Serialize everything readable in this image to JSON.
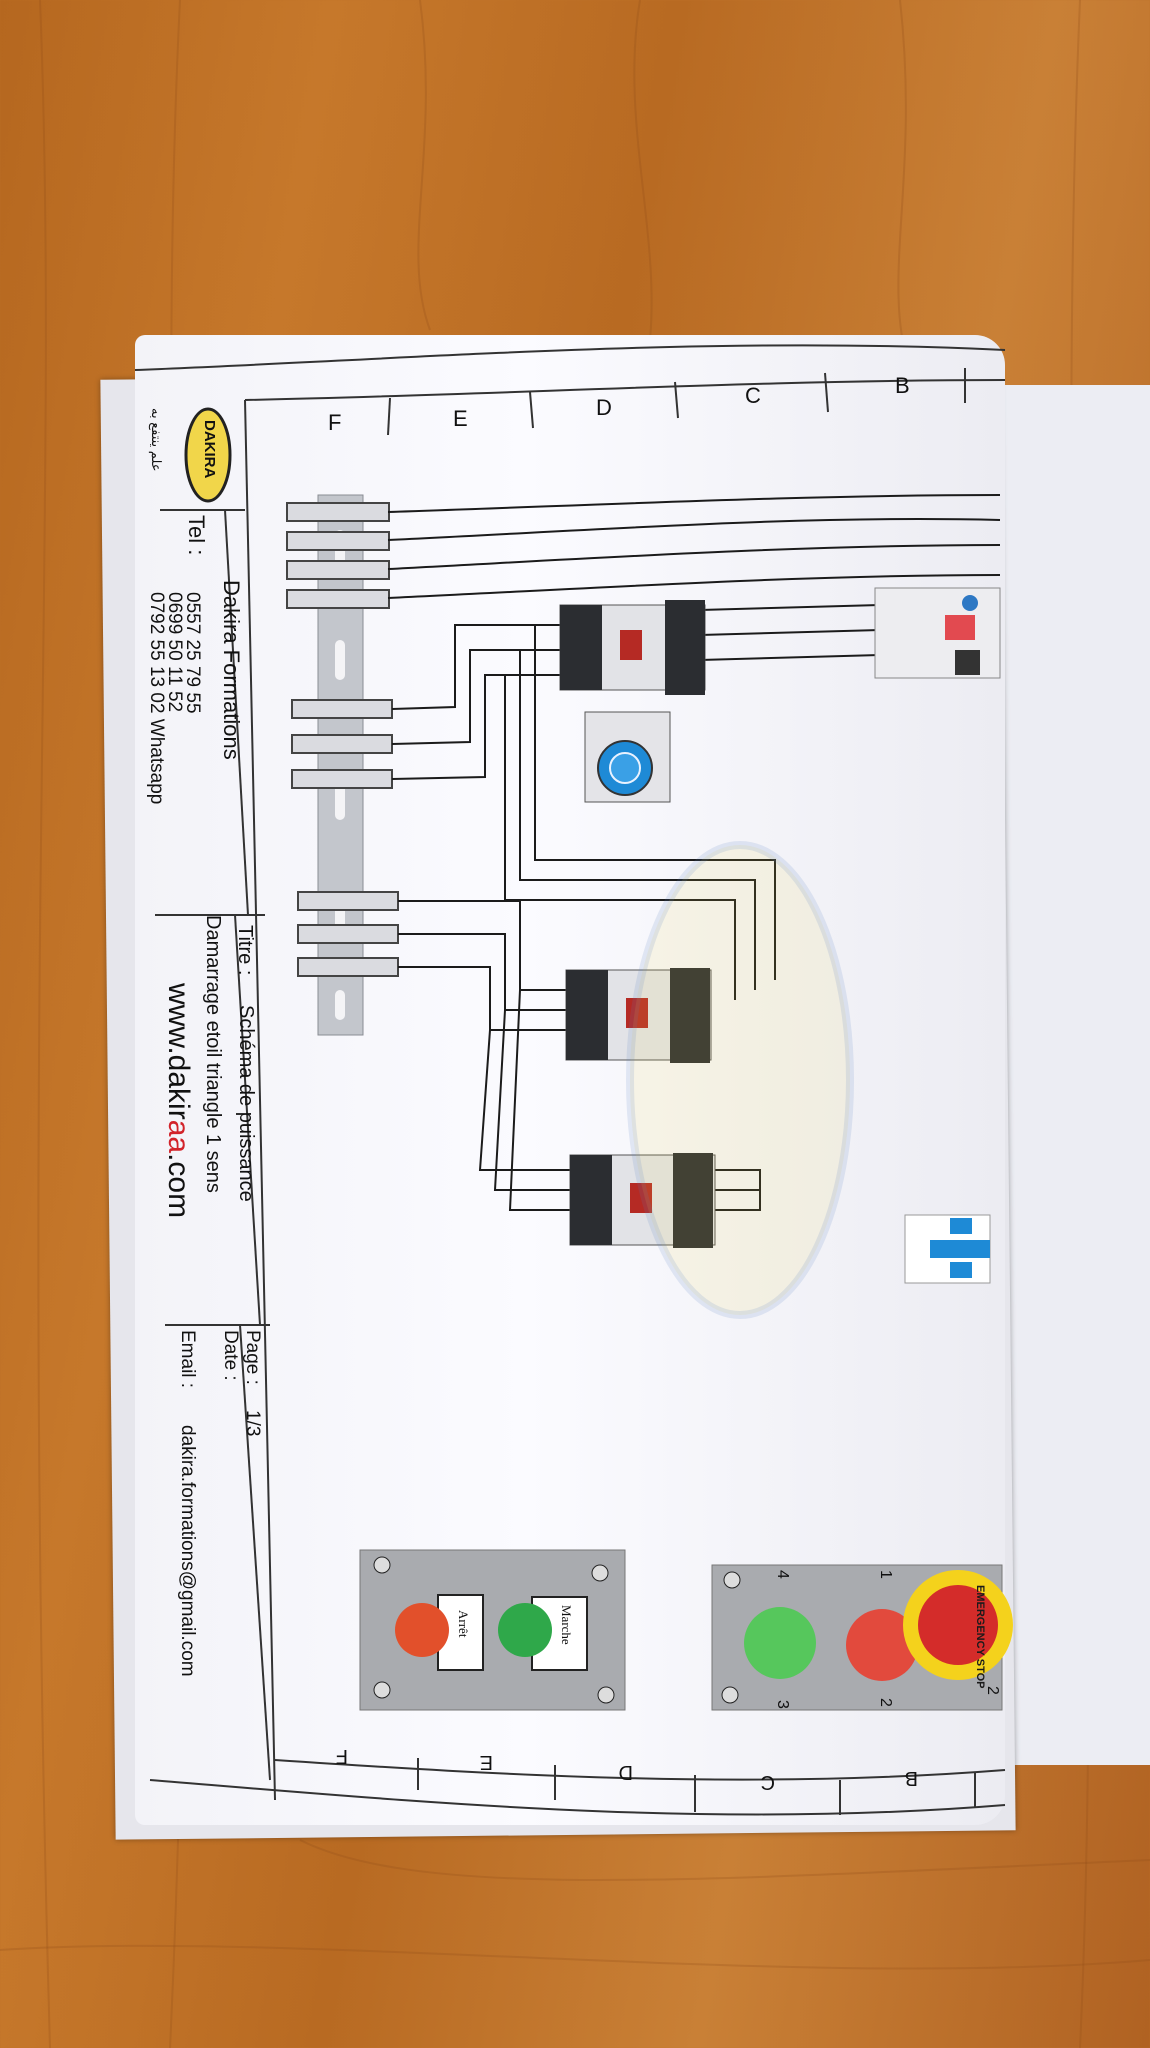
{
  "title_block": {
    "logo": "DAKIRA",
    "arabic_tagline": "علم ينتفع به",
    "company": "Dakira Formations",
    "tel_label": "Tel :",
    "phones": [
      "0557 25 79 55",
      "0699 50 11 52",
      "0792 55 13 02 Whatsapp"
    ],
    "titre_label": "Titre :",
    "titre_value": "Schéma de puissance",
    "subtitle": "Damarrage etoil triangle 1 sens",
    "website_prefix": "www.dakir",
    "website_accent": "aa",
    "website_suffix": ".com",
    "page_label": "Page :",
    "page_value": "1/3",
    "date_label": "Date :",
    "email_label": "Email :",
    "email_value": "dakira.formations@gmail.com"
  },
  "grid_top": [
    "F",
    "E",
    "D",
    "C",
    "B"
  ],
  "grid_bottom": [
    "F",
    "E",
    "D",
    "C",
    "B"
  ],
  "panel_left": {
    "stop_label": "Arrêt",
    "start_label": "Marche"
  },
  "panel_right": {
    "numbers": [
      "1",
      "2",
      "3",
      "4"
    ],
    "estop_text": "EMERGENCY STOP",
    "estop_number": "2"
  },
  "colors": {
    "wood": "#b86a22",
    "paper": "#f7f7fb",
    "logo_yellow": "#f1d64a",
    "accent_red": "#d2232a",
    "lamp_red": "#e2502b",
    "lamp_green": "#2fa84a",
    "breaker_blue": "#1e8ad6"
  }
}
